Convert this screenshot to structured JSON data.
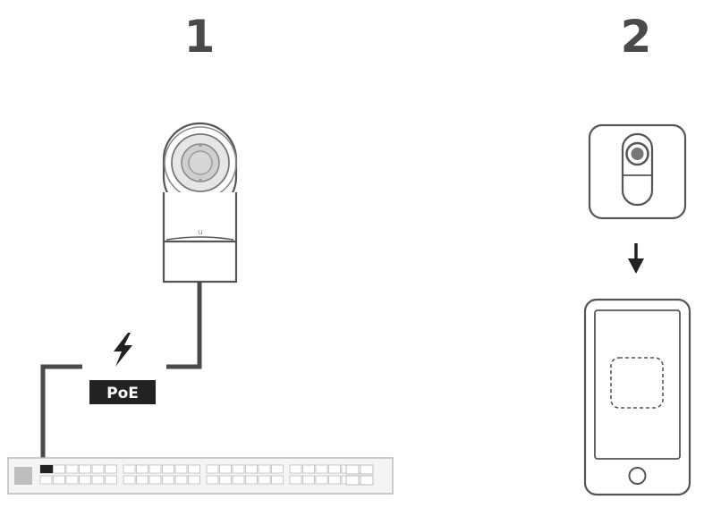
{
  "steps": [
    {
      "number": "1"
    },
    {
      "number": "2"
    }
  ],
  "poe": {
    "label": "PoE",
    "icon": "lightning-bolt-icon"
  },
  "icons": {
    "camera": "security-camera-icon",
    "app": "camera-app-icon",
    "arrow": "arrow-down-icon",
    "phone": "smartphone-icon",
    "switch": "network-switch-icon"
  },
  "colors": {
    "line": "#4a4a4a",
    "outline": "#555555",
    "badge": "#222222",
    "light_gray": "#bdbdbd"
  }
}
